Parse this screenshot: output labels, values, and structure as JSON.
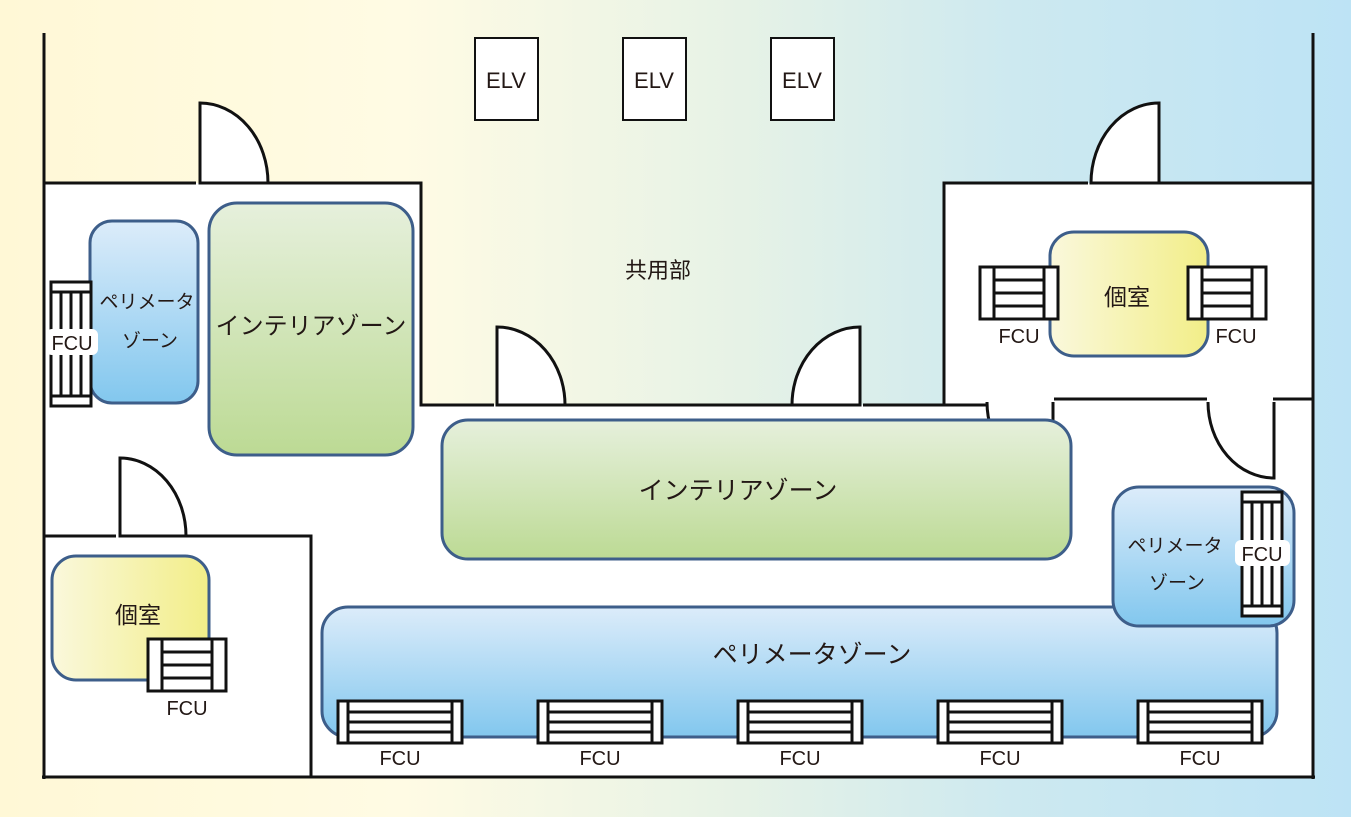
{
  "diagram": {
    "type": "office floor plan - air conditioning zones",
    "elevators": [
      "ELV",
      "ELV",
      "ELV"
    ],
    "common_area_label": "共用部",
    "zones": {
      "interior_left": "インテリアゾーン",
      "interior_center": "インテリアゾーン",
      "perimeter_left": [
        "ペリメータ",
        "ゾーン"
      ],
      "perimeter_right": [
        "ペリメータ",
        "ゾーン"
      ],
      "perimeter_bottom": "ペリメータゾーン",
      "private_room_top_right": "個室",
      "private_room_bottom_left": "個室"
    },
    "fcu_label": "FCU",
    "colors": {
      "interior_zone": "#c2dc9e",
      "perimeter_zone": "#8ccbee",
      "private_room": "#f3ee8a",
      "zone_border": "#3d5e8a",
      "wall": "#111111"
    }
  }
}
